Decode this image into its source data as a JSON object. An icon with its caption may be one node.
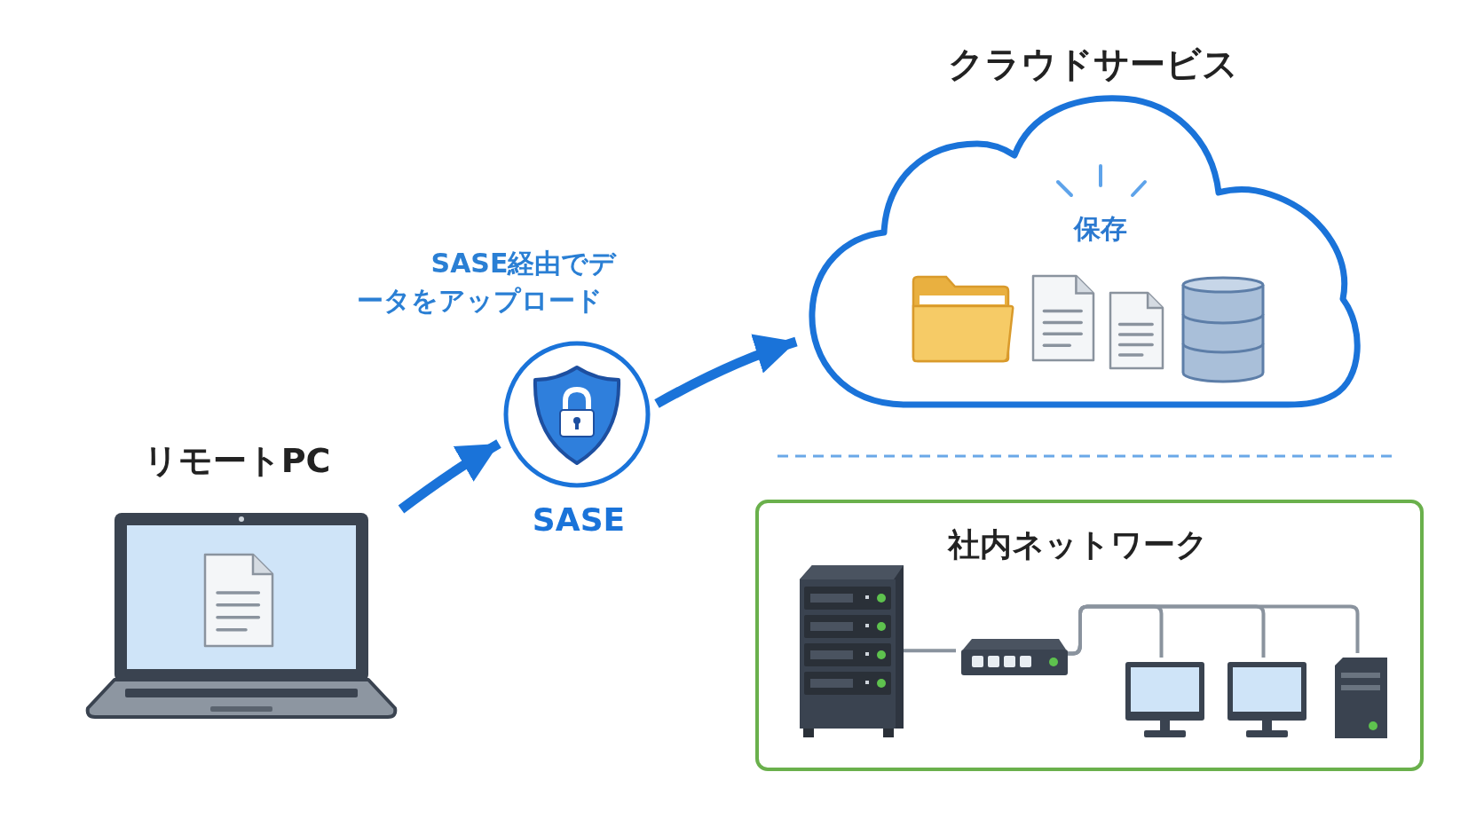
{
  "diagram": {
    "nodes": [
      {
        "text": [
          "リモートPC"
        ]
      },
      {
        "text": [
          "SASE"
        ]
      },
      {
        "text": [
          "クラウドサービス",
          "保存"
        ]
      },
      {
        "text": [
          "社内ネットワーク"
        ]
      },
      {
        "text": [],
        "shape": "server",
        "in": 3
      },
      {
        "text": [],
        "shape": "switch",
        "in": 3
      },
      {
        "text": [],
        "shape": "monitor",
        "in": 3
      },
      {
        "text": [],
        "shape": "monitor",
        "in": 3
      },
      {
        "text": [],
        "shape": "computer",
        "in": 3
      }
    ],
    "edges": [
      {
        "from": 0,
        "to": 1,
        "arrow": "to",
        "style": "thick",
        "color": "#1a73d9"
      },
      {
        "from": 1,
        "to": 2,
        "arrow": "to",
        "label": "SASE経由でデータをアップロード",
        "style": "thick",
        "color": "#1a73d9"
      },
      {
        "from": 4,
        "to": 5,
        "arrow": "none"
      },
      {
        "from": 5,
        "to": 6,
        "arrow": "none"
      },
      {
        "from": 5,
        "to": 7,
        "arrow": "none"
      },
      {
        "from": 5,
        "to": 8,
        "arrow": "none"
      }
    ]
  }
}
